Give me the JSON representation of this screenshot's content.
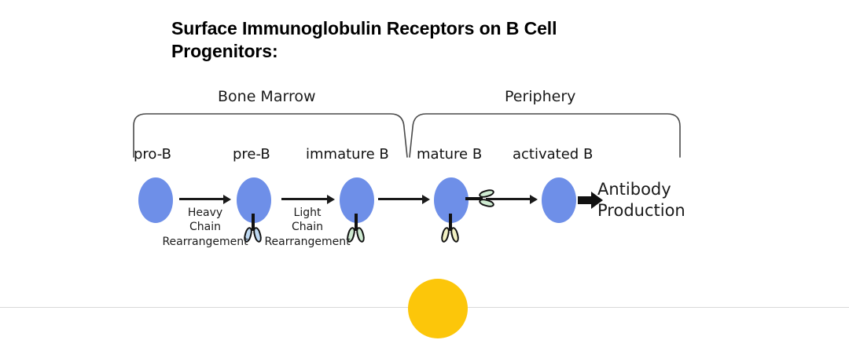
{
  "slide": {
    "title": "Surface Immunoglobulin Receptors on B Cell Progenitors:",
    "background_color": "#ffffff"
  },
  "diagram": {
    "type": "b-cell-development-pathway",
    "compartments": [
      {
        "name": "bone-marrow",
        "label": "Bone Marrow"
      },
      {
        "name": "periphery",
        "label": "Periphery"
      }
    ],
    "stages": [
      {
        "name": "pro-b",
        "label": "pro-B",
        "cell_color": "#6E8FE8",
        "receptor": "none"
      },
      {
        "name": "pre-b",
        "label": "pre-B",
        "cell_color": "#6E8FE8",
        "receptor": "vertical",
        "receptor_leg_color": "#BFD9F2"
      },
      {
        "name": "immature-b",
        "label": "immature B",
        "cell_color": "#6E8FE8",
        "receptor": "vertical",
        "receptor_leg_color": "#CFEBD2"
      },
      {
        "name": "mature-b",
        "label": "mature B",
        "cell_color": "#6E8FE8",
        "receptor": "vertical-and-horizontal",
        "receptor_leg_color": "#F2F0C2",
        "receptor_leg_color_side": "#CFEBD2"
      },
      {
        "name": "activated-b",
        "label": "activated B",
        "cell_color": "#6E8FE8",
        "receptor": "none"
      }
    ],
    "transitions": [
      {
        "name": "heavy-chain",
        "caption": "Heavy\nChain\nRearrangement"
      },
      {
        "name": "light-chain",
        "caption": "Light\nChain\nRearrangement"
      },
      {
        "name": "immature-to-mature",
        "caption": ""
      },
      {
        "name": "mature-to-activated",
        "caption": ""
      }
    ],
    "output": {
      "label": "Antibody\nProduction",
      "arrow_style": "thick"
    },
    "decoration": {
      "circle_color": "#FCC60A",
      "divider_color": "#d9d9d9"
    }
  }
}
